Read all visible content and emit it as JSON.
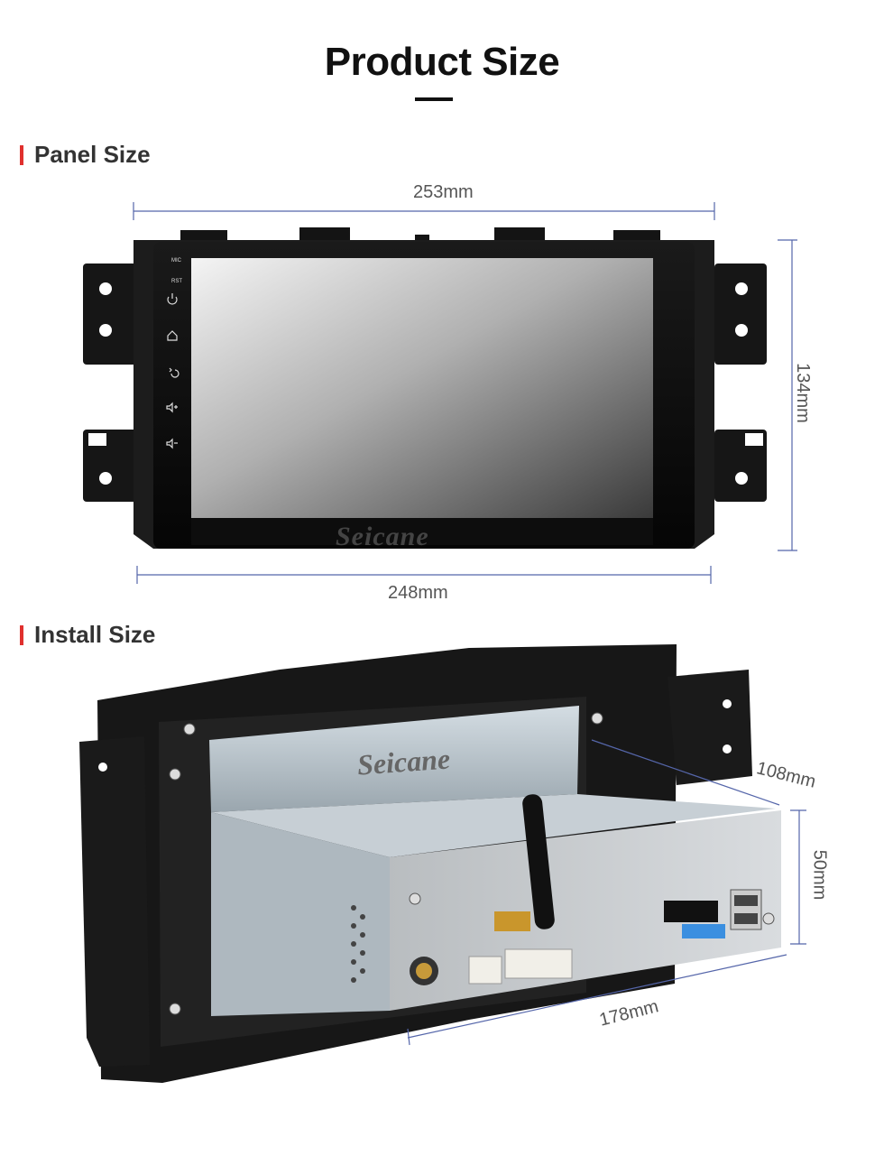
{
  "header": {
    "title": "Product Size"
  },
  "sections": {
    "panel": {
      "label": "Panel Size"
    },
    "install": {
      "label": "Install Size"
    }
  },
  "panel_dimensions": {
    "top_width": "253mm",
    "bottom_width": "248mm",
    "height": "134mm"
  },
  "install_dimensions": {
    "depth": "108mm",
    "height": "50mm",
    "width": "178mm"
  },
  "device": {
    "brand": "Seicane",
    "buttons": [
      "MIC",
      "RST"
    ],
    "side_icons": [
      "power-icon",
      "home-icon",
      "back-icon",
      "volume-up-icon",
      "volume-down-icon"
    ]
  },
  "colors": {
    "accent": "#e0302e",
    "dimension_line": "#5566aa"
  }
}
